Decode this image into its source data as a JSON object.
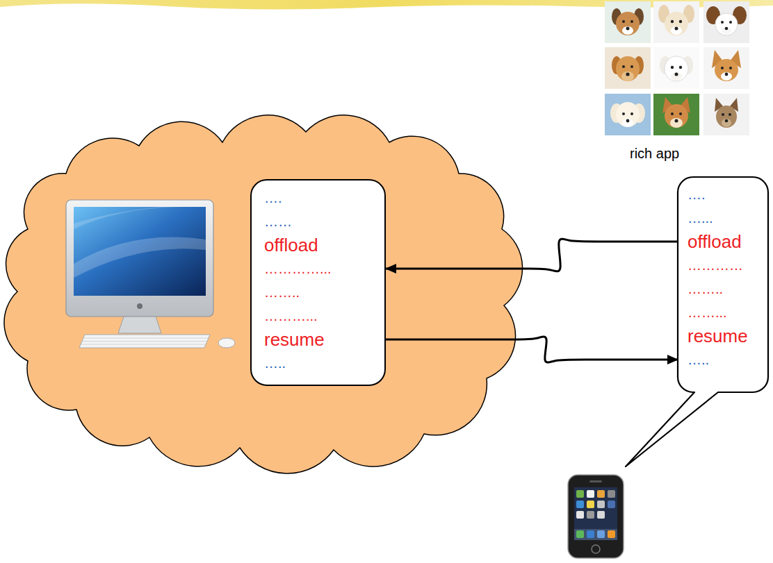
{
  "diagram": {
    "nodes": [
      {
        "text": [
          "….",
          "……",
          "offload",
          "…………...",
          "……..",
          "………...",
          "resume",
          "….."
        ]
      },
      {
        "text": [
          "….",
          "…...",
          "offload",
          "…………",
          "……..",
          "……...",
          "resume",
          "….."
        ]
      }
    ],
    "edges": [
      {
        "from": 1,
        "to": 0,
        "arrow": "to"
      },
      {
        "from": 0,
        "to": 1,
        "arrow": "to"
      }
    ],
    "labels": [
      "rich app"
    ]
  }
}
